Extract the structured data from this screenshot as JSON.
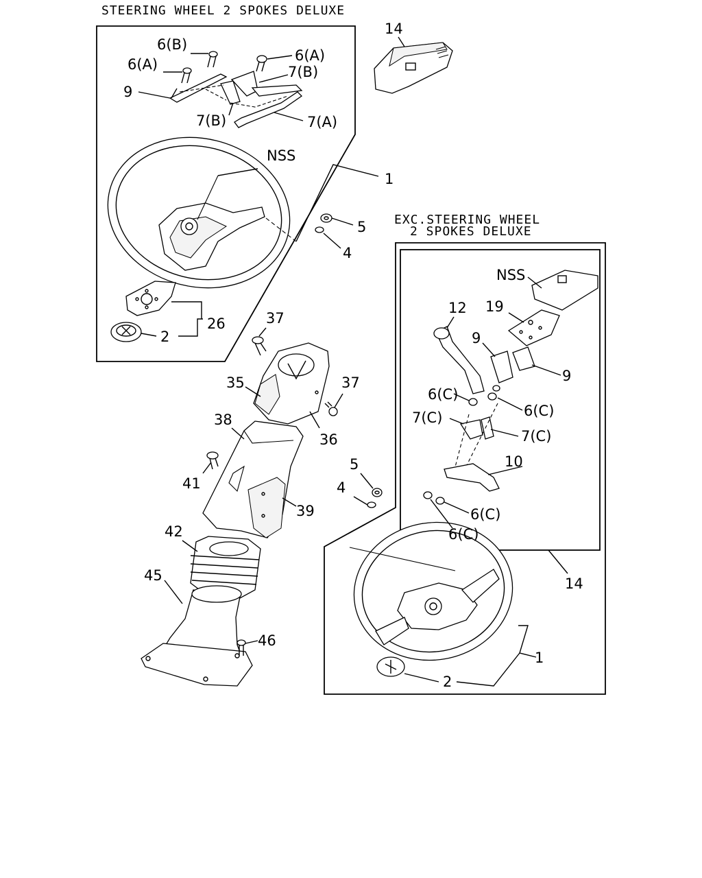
{
  "headings": {
    "deluxe": "STEERING WHEEL 2 SPOKES DELUXE",
    "exc_line1": "EXC.STEERING WHEEL",
    "exc_line2": "2 SPOKES DELUXE"
  },
  "callouts": {
    "c6b_top": "6(B)",
    "c6a_left": "6(A)",
    "c6a_right": "6(A)",
    "c7b_right": "7(B)",
    "c9_left": "9",
    "c7b_bottom": "7(B)",
    "c7a": "7(A)",
    "c14_top": "14",
    "nss_left": "NSS",
    "c1_left": "1",
    "c5_top": "5",
    "c4_top": "4",
    "c26": "26",
    "c2_left": "2",
    "c37_top": "37",
    "c35": "35",
    "c37_right": "37",
    "c36": "36",
    "c38": "38",
    "c41": "41",
    "c39": "39",
    "c42": "42",
    "c45": "45",
    "c46": "46",
    "c5_mid": "5",
    "c4_mid": "4",
    "nss_right": "NSS",
    "c12": "12",
    "c19": "19",
    "c9_r1": "9",
    "c9_r2": "9",
    "c6c_1": "6(C)",
    "c6c_2": "6(C)",
    "c7c_1": "7(C)",
    "c7c_2": "7(C)",
    "c10": "10",
    "c6c_3": "6(C)",
    "c6c_4": "6(C)",
    "c14_right": "14",
    "c1_right": "1",
    "c2_right": "2"
  }
}
